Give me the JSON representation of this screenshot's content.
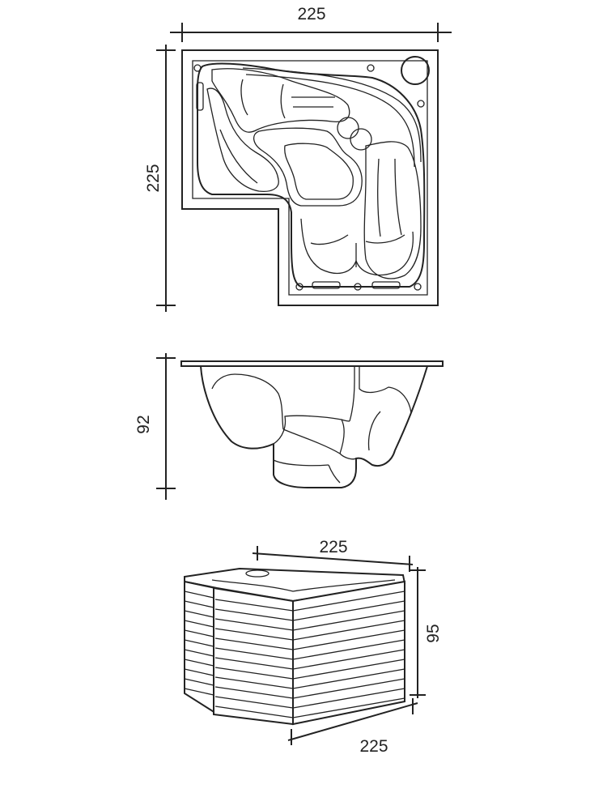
{
  "dimensions": {
    "top_width": "225",
    "top_depth": "225",
    "section_height": "92",
    "iso_top_width": "225",
    "iso_height": "95",
    "iso_bottom_width": "225"
  },
  "colors": {
    "line": "#222222",
    "background": "#ffffff"
  }
}
